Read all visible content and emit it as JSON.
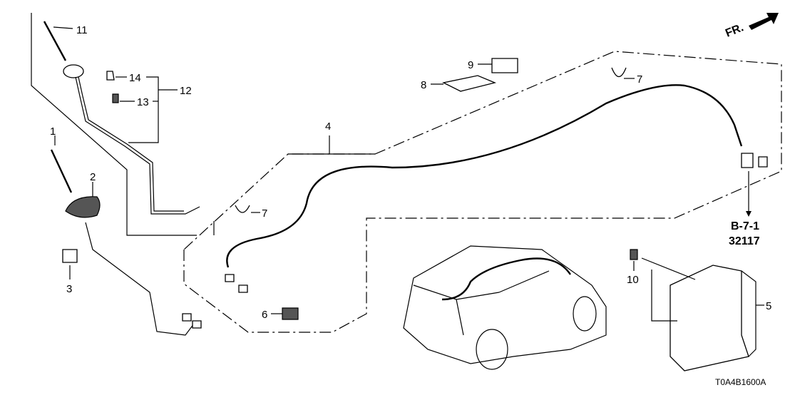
{
  "direction_indicator": "FR.",
  "callouts": {
    "p1": "1",
    "p2": "2",
    "p3": "3",
    "p4": "4",
    "p5": "5",
    "p6": "6",
    "p7a": "7",
    "p7b": "7",
    "p8": "8",
    "p9": "9",
    "p10": "10",
    "p11": "11",
    "p12": "12",
    "p13": "13",
    "p14": "14"
  },
  "reference": {
    "section": "B-7-1",
    "part_group": "32117"
  },
  "diagram_code": "T0A4B1600A"
}
